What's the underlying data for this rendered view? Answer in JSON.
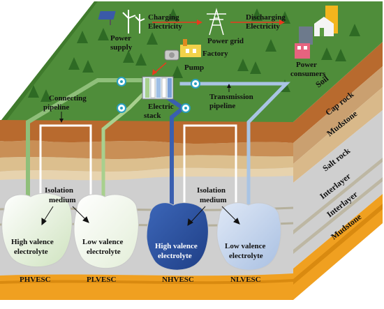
{
  "surface_labels": {
    "power_supply": [
      "Power",
      "supply"
    ],
    "charging": [
      "Charging",
      "Electricity"
    ],
    "power_grid": "Power grid",
    "discharging": [
      "Discharging",
      "Electricity"
    ],
    "factory": "Factory",
    "pump": "Pump",
    "power_consumers": [
      "Power",
      "consumers"
    ],
    "connecting_pipeline": [
      "Connecting",
      "pipeline"
    ],
    "electric_stack": [
      "Electric",
      "stack"
    ],
    "transmission_pipeline": [
      "Transmission",
      "pipeline"
    ]
  },
  "strata": {
    "soil": "Soil",
    "cap_rock": "Cap rock",
    "mudstone_top": "Mudstone",
    "salt_rock": "Salt rock",
    "interlayer_1": "Interlayer",
    "interlayer_2": "Interlayer",
    "mudstone_bottom": "Mudstone"
  },
  "isolation_left": [
    "Isolation",
    "medium"
  ],
  "isolation_right": [
    "Isolation",
    "medium"
  ],
  "caverns": [
    {
      "lines": [
        "High valence",
        "electrolyte"
      ],
      "name": "PHVESC"
    },
    {
      "lines": [
        "Low valence",
        "electrolyte"
      ],
      "name": "PLVESC"
    },
    {
      "lines": [
        "High valence",
        "electrolyte"
      ],
      "name": "NHVESC"
    },
    {
      "lines": [
        "Low valence",
        "electrolyte"
      ],
      "name": "NLVESC"
    }
  ],
  "colors": {
    "grass": "#4f8d3a",
    "pipe_green": "#8fbf7a",
    "pipe_blue": "#5b7fc0",
    "pipe_lightblue": "#a9c4e4",
    "salt": "#c9c9c9",
    "orange": "#f0a020"
  }
}
